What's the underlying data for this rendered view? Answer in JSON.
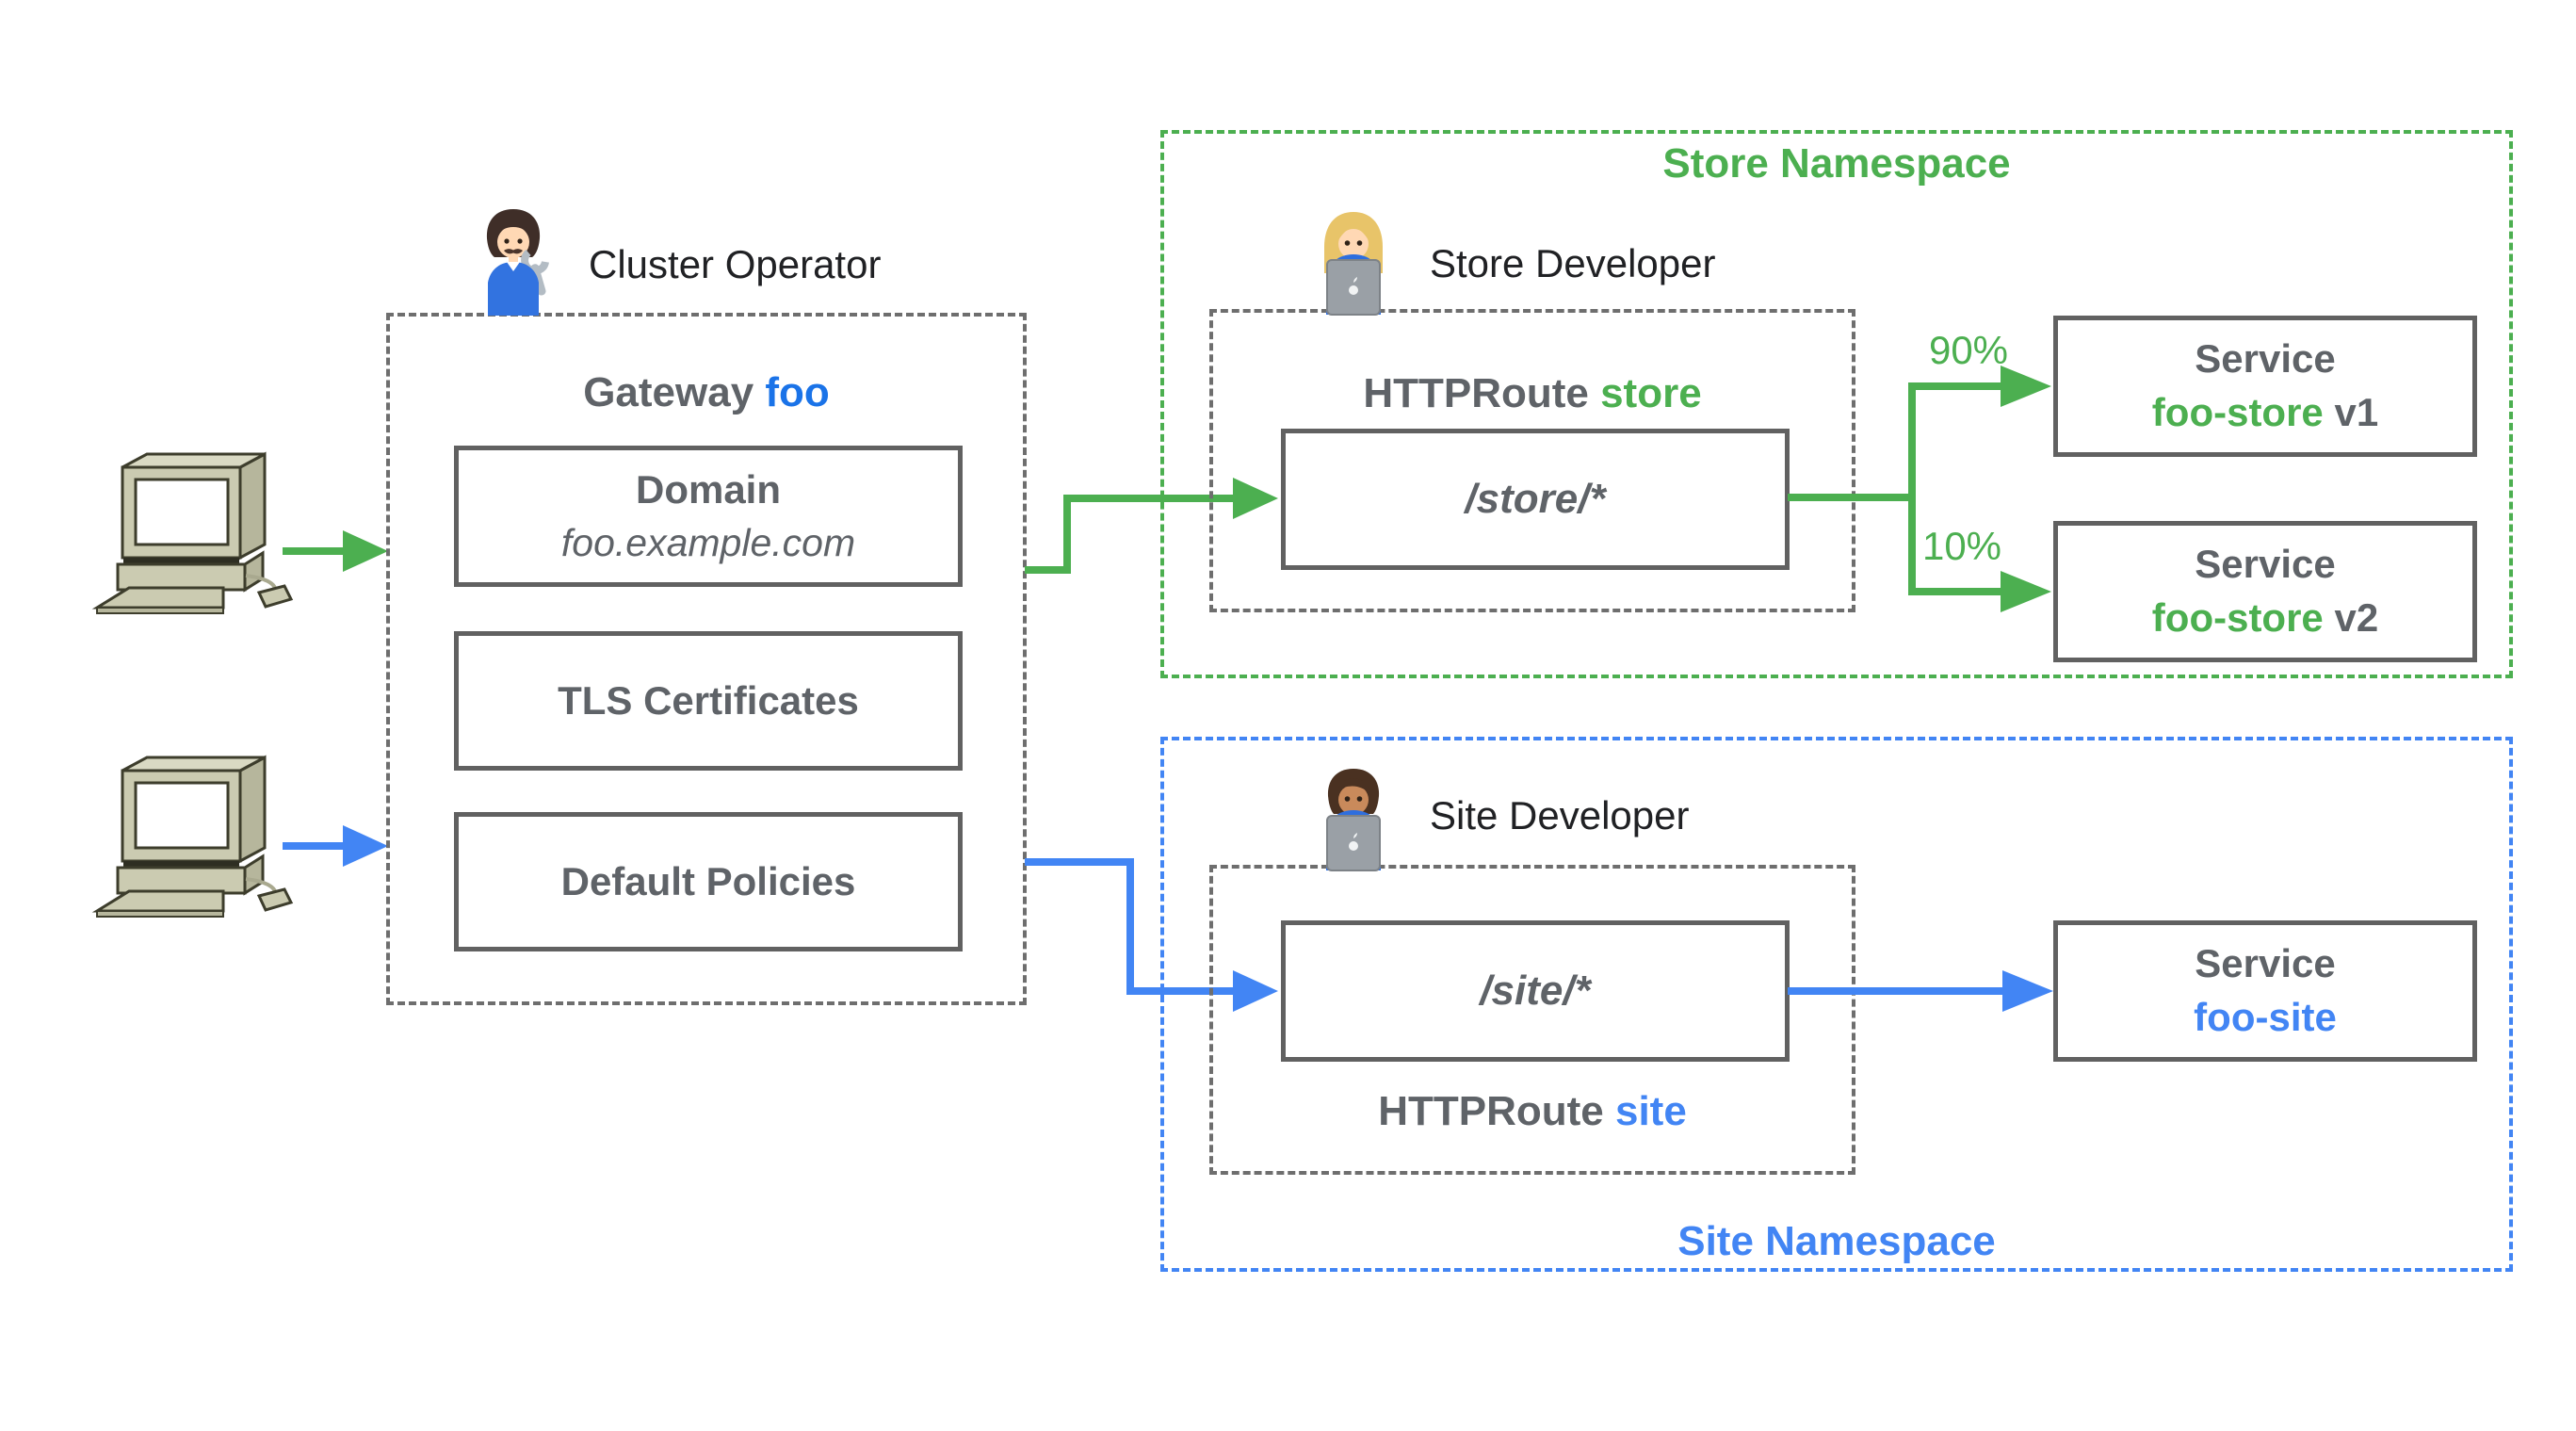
{
  "colors": {
    "green": "#4CAF50",
    "blue": "#4285F4",
    "blue_dark": "#1A73E8",
    "gray_text": "#5F6368",
    "gray_border": "#616161",
    "gray_dash": "#6e6e6e",
    "black": "#202124"
  },
  "gateway": {
    "operator_label": "Cluster Operator",
    "title_prefix": "Gateway ",
    "title_name": "foo",
    "domain_title": "Domain",
    "domain_value": "foo.example.com",
    "tls_label": "TLS Certificates",
    "policies_label": "Default Policies"
  },
  "store": {
    "namespace_label": "Store Namespace",
    "developer_label": "Store Developer",
    "route_prefix": "HTTPRoute ",
    "route_name": "store",
    "route_path": "/store/*",
    "weights": [
      "90%",
      "10%"
    ],
    "services": [
      {
        "kind": "Service",
        "name": "foo-store",
        "version": " v1"
      },
      {
        "kind": "Service",
        "name": "foo-store",
        "version": " v2"
      }
    ]
  },
  "site": {
    "namespace_label": "Site Namespace",
    "developer_label": "Site Developer",
    "route_prefix": "HTTPRoute ",
    "route_name": "site",
    "route_path": "/site/*",
    "service": {
      "kind": "Service",
      "name": "foo-site"
    }
  }
}
